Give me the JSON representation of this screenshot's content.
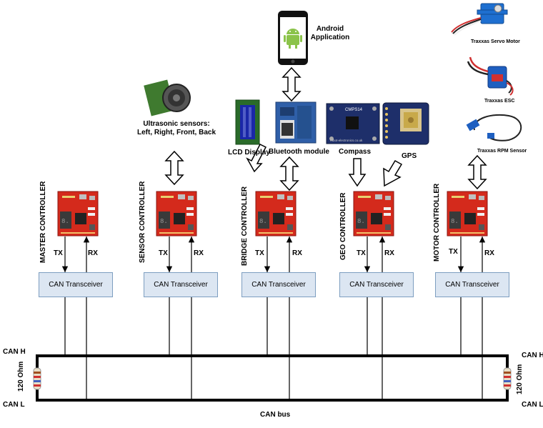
{
  "devices": {
    "android": "Android\nApplication",
    "ultrasonic": "Ultrasonic sensors:\nLeft, Right, Front, Back",
    "lcd": "LCD Display",
    "bluetooth": "Bluetooth module",
    "compass": "Compass",
    "gps": "GPS",
    "servo": "Traxxas Servo Motor",
    "esc": "Traxxas ESC",
    "rpm": "Traxxas RPM Sensor"
  },
  "controllers": [
    {
      "name": "MASTER CONTROLLER",
      "tx": "TX",
      "rx": "RX",
      "transceiver": "CAN Transceiver"
    },
    {
      "name": "SENSOR CONTROLLER",
      "tx": "TX",
      "rx": "RX",
      "transceiver": "CAN Transceiver"
    },
    {
      "name": "BRIDGE CONTROLLER",
      "tx": "TX",
      "rx": "RX",
      "transceiver": "CAN Transceiver"
    },
    {
      "name": "GEO CONTROLLER",
      "tx": "TX",
      "rx": "RX",
      "transceiver": "CAN Transceiver"
    },
    {
      "name": "MOTOR CONTROLLER",
      "tx": "TX",
      "rx": "RX",
      "transceiver": "CAN Transceiver"
    }
  ],
  "bus": {
    "can_h": "CAN H",
    "can_l": "CAN L",
    "resistor": "120 Ohm",
    "label": "CAN bus"
  },
  "colors": {
    "board_red": "#d42a1c",
    "transceiver_fill": "#dce6f2",
    "transceiver_border": "#7d9ec0"
  }
}
